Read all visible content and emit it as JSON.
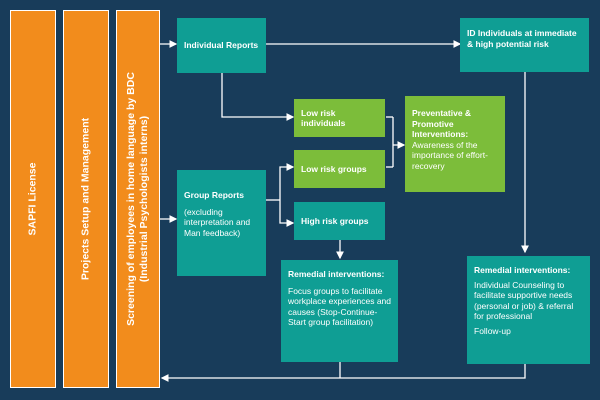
{
  "colors": {
    "background": "#183c5a",
    "orange": "#f28c1c",
    "teal": "#0f9e94",
    "green": "#7cbd3a",
    "arrow": "#ffffff"
  },
  "columns": {
    "sapfi": "SAPFI License",
    "projects": "Projects Setup and Management",
    "screening_line1": "Screening of employees in home language by BDC",
    "screening_line2": "(Industrial Psychologists interns)"
  },
  "boxes": {
    "individual_reports": "Individual Reports",
    "id_individuals": "ID Individuals at immediate & high potential risk",
    "low_risk_individuals": "Low risk individuals",
    "low_risk_groups": "Low risk groups",
    "preventative_title": "Preventative & Promotive Interventions:",
    "preventative_body": "Awareness of the importance of effort-recovery",
    "group_reports_title": "Group Reports",
    "group_reports_body": "(excluding interpretation and Man feedback)",
    "high_risk_groups": "High risk groups",
    "remedial_left_title": "Remedial interventions:",
    "remedial_left_body": "Focus groups to facilitate workplace experiences and causes (Stop-Continue-Start group facilitation)",
    "remedial_right_title": "Remedial interventions:",
    "remedial_right_body": "Individual Counseling to facilitate supportive needs (personal or job) & referral for professional",
    "remedial_right_followup": "Follow-up"
  }
}
